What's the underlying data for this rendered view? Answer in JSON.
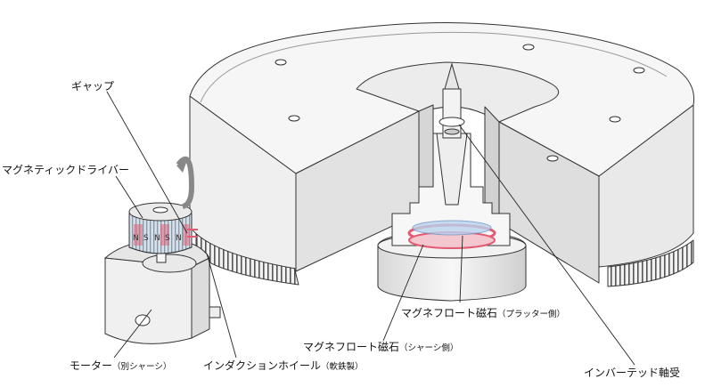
{
  "labels": {
    "gap": "ギャップ",
    "magnetic_driver": "マグネティックドライバー",
    "motor": "モーター",
    "motor_note": "（別シャーシ）",
    "induction_wheel": "インダクションホイール",
    "induction_wheel_note": "（軟鉄製）",
    "float_magnet_chassis": "マグネフロート磁石",
    "float_magnet_chassis_note": "（シャーシ側）",
    "float_magnet_platter": "マグネフロート磁石",
    "float_magnet_platter_note": "（プラッター側）",
    "inverted_bearing": "インバーテッド軸受"
  },
  "magnet_poles": [
    "N",
    "S",
    "N",
    "S",
    "N"
  ],
  "colors": {
    "body_fill": "#f4f4f4",
    "body_shade": "#e6e6e6",
    "outline": "#333333",
    "magnet_red": "#e35a72",
    "magnet_blue": "#8fb7e0",
    "leader": "#222222"
  }
}
